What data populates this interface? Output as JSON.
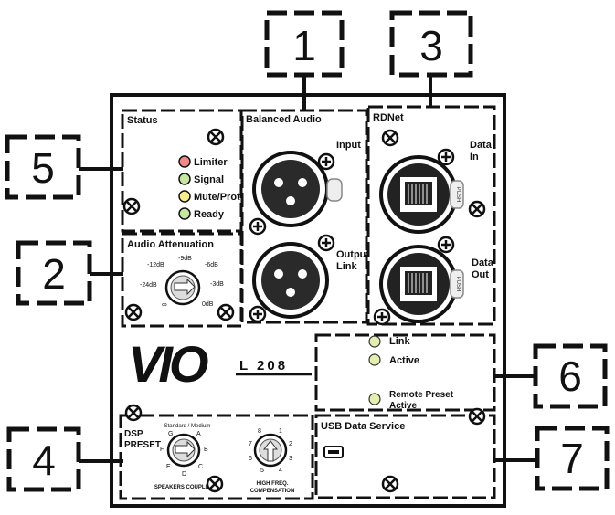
{
  "callouts": [
    "1",
    "3",
    "5",
    "2",
    "6",
    "4",
    "7"
  ],
  "status": {
    "title": "Status",
    "leds": [
      {
        "label": "Limiter",
        "color": "#f08a8a"
      },
      {
        "label": "Signal",
        "color": "#c8e6a0"
      },
      {
        "label": "Mute/Prot",
        "color": "#f6ee8e"
      },
      {
        "label": "Ready",
        "color": "#c8e6a0"
      }
    ]
  },
  "balanced_audio": {
    "title": "Balanced Audio",
    "input_label": "Input",
    "output_label": "Output",
    "link_label": "Link"
  },
  "rdnet": {
    "title": "RDNet",
    "data_in_label": "Data",
    "data_in_sub": "In",
    "data_out_label": "Data",
    "data_out_sub": "Out",
    "push": "PUSH"
  },
  "attenuation": {
    "title": "Audio Attenuation",
    "ticks": [
      "-12dB",
      "-6dB",
      "-24dB",
      "-3dB",
      "∞",
      "0dB",
      "-9dB"
    ]
  },
  "logo": {
    "mark": "VIO",
    "model": "L 208"
  },
  "network_status": {
    "link": "Link",
    "active": "Active",
    "remote_preset": "Remote Preset",
    "remote_active": "Active",
    "led_color": "#e4eeb0"
  },
  "dsp": {
    "title_line1": "DSP",
    "title_line2": "PRESET",
    "selector_caption": "Standard / Medium",
    "dial1_letters": [
      "G",
      "A",
      "F",
      "B",
      "E",
      "C",
      "D"
    ],
    "dial1_caption": "SPEAKERS COUPLING",
    "dial2_numbers": [
      "8",
      "1",
      "7",
      "2",
      "6",
      "3",
      "5",
      "4"
    ],
    "dial2_caption_line1": "HIGH FREQ.",
    "dial2_caption_line2": "COMPENSATION"
  },
  "usb": {
    "title": "USB Data Service"
  }
}
